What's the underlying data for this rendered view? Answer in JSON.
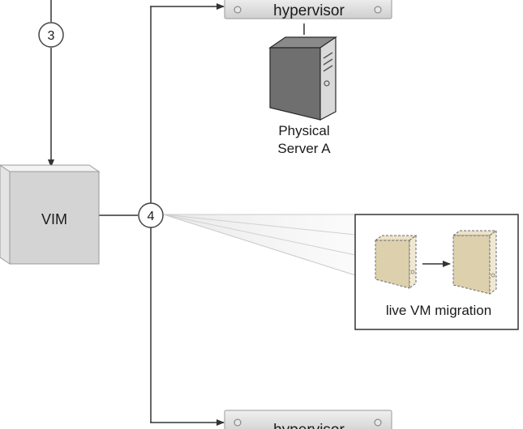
{
  "hypervisor_top": {
    "label": "hypervisor"
  },
  "hypervisor_bottom": {
    "label": "hypervisor"
  },
  "server": {
    "line1": "Physical",
    "line2": "Server A"
  },
  "vim": {
    "label": "VIM"
  },
  "step_3": {
    "label": "3"
  },
  "step_4": {
    "label": "4"
  },
  "callout": {
    "label": "live VM migration"
  }
}
